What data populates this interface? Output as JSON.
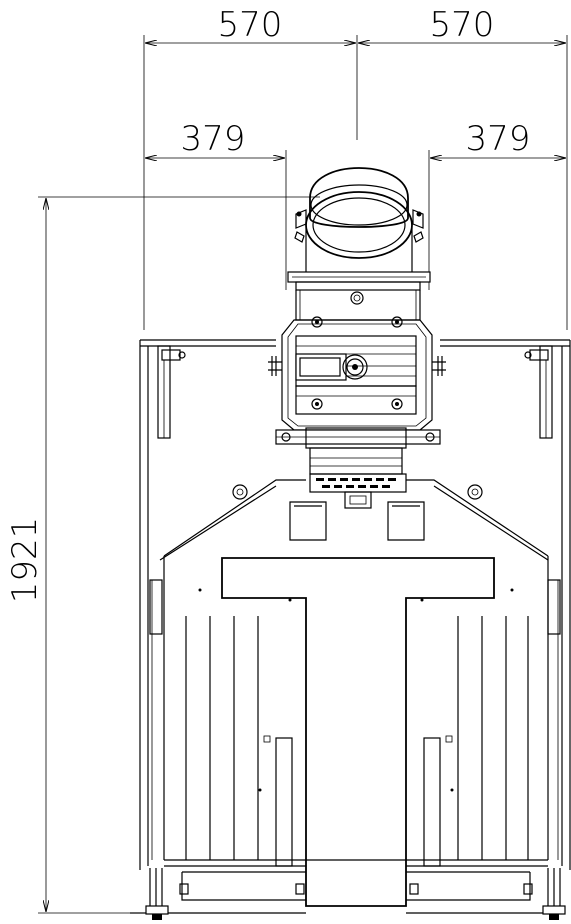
{
  "dimensions": {
    "top_left_width": "570",
    "top_right_width": "570",
    "inner_left_width": "379",
    "inner_right_width": "379",
    "overall_height": "1921"
  }
}
